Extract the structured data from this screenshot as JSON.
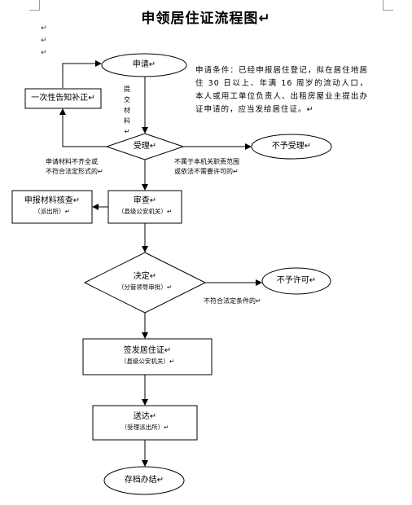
{
  "document": {
    "title": "申领居住证流程图↵",
    "paragraph_mark": "↵"
  },
  "flow": {
    "apply": "申请↵",
    "reissue": "一次性告知补正↵",
    "submit_materials": "提交材料↵",
    "accept": "受理↵",
    "not_accept": "不予受理↵",
    "reject_left_line1": "申请材料不齐全或",
    "reject_left_line2": "不符合法定形式的↵",
    "reject_right_line1": "不属于本机关职责范围",
    "reject_right_line2": "或依法不需要许可的↵",
    "review": "审查↵",
    "review_sub": "（县级公安机关）↵",
    "verify": "申报材料核查↵",
    "verify_sub": "（派出所）↵",
    "decide": "决定↵",
    "decide_sub": "（分管领导审批）↵",
    "not_permit": "不予许可↵",
    "not_permit_cond": "不符合法定条件的↵",
    "issue": "签发居住证↵",
    "issue_sub": "（县级公安机关）↵",
    "deliver": "送达↵",
    "deliver_sub": "（受理派出所）↵",
    "archive": "存档办结↵"
  },
  "note": "申请条件：已经申报居住登记，拟在居住地居住 30 日以上、年满 16 周岁的流动人口，本人或用工单位负责人、出租房屋业主提出办证申请的，应当发给居住证。↵"
}
